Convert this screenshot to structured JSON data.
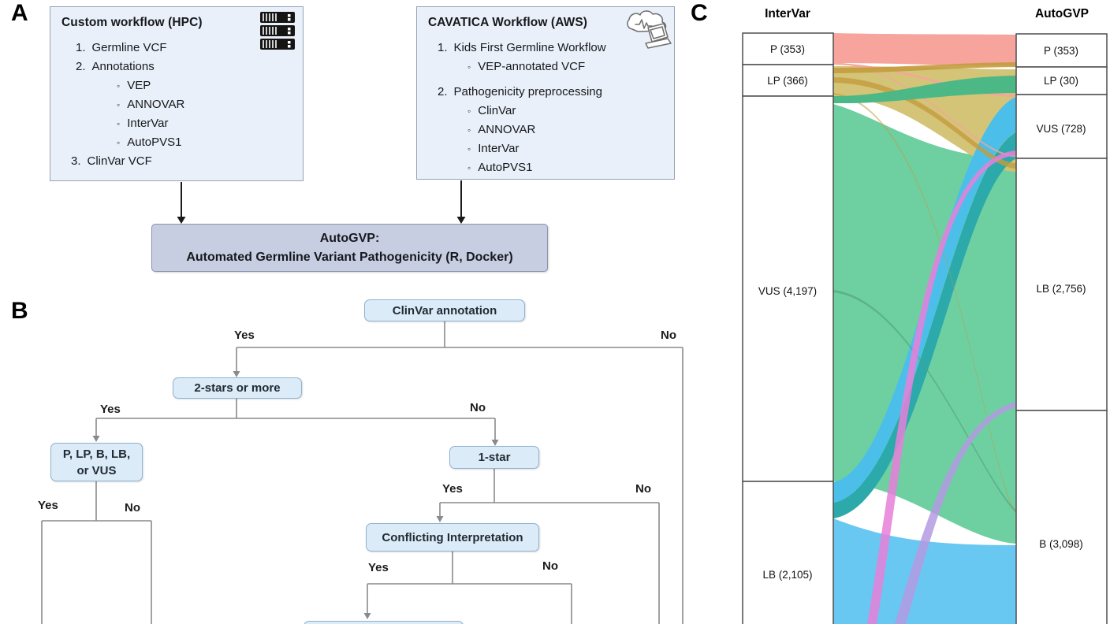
{
  "figure": {
    "panel_labels": {
      "a": "A",
      "b": "B",
      "c": "C"
    }
  },
  "panel_a": {
    "left_box": {
      "title": "Custom workflow (HPC)",
      "icon": "server-rack-icon",
      "items": [
        {
          "num": "1.",
          "text": "Germline VCF"
        },
        {
          "num": "2.",
          "text": "Annotations",
          "subs": [
            "VEP",
            "ANNOVAR",
            "InterVar",
            "AutoPVS1"
          ]
        },
        {
          "num": "3.",
          "text": "ClinVar VCF"
        }
      ]
    },
    "right_box": {
      "title": "CAVATICA Workflow (AWS)",
      "icon": "cloud-laptop-icon",
      "items": [
        {
          "num": "1.",
          "text": "Kids First Germline Workflow",
          "subs": [
            "VEP-annotated VCF"
          ]
        },
        {
          "num": "2.",
          "text": "Pathogenicity preprocessing",
          "subs": [
            "ClinVar",
            "ANNOVAR",
            "InterVar",
            "AutoPVS1"
          ]
        }
      ]
    },
    "output_box": {
      "line1": "AutoGVP:",
      "line2": "Automated Germline Variant Pathogenicity (R, Docker)"
    }
  },
  "panel_b": {
    "labels": {
      "yes": "Yes",
      "no": "No"
    },
    "boxes": {
      "clinvar": "ClinVar annotation",
      "two_stars": "2-stars or more",
      "plbb_line1": "P, LP, B, LB,",
      "plbb_line2": "or VUS",
      "one_star": "1-star",
      "conflicting": "Conflicting Interpretation"
    }
  },
  "chart_data": {
    "type": "sankey",
    "left_header": "InterVar",
    "right_header": "AutoGVP",
    "left_nodes": [
      {
        "label": "P (353)",
        "category": "P",
        "value": 353
      },
      {
        "label": "LP (366)",
        "category": "LP",
        "value": 366
      },
      {
        "label": "VUS (4,197)",
        "category": "VUS",
        "value": 4197
      },
      {
        "label": "LB (2,105)",
        "category": "LB",
        "value": 2105
      }
    ],
    "right_nodes": [
      {
        "label": "P (353)",
        "category": "P",
        "value": 353
      },
      {
        "label": "LP (30)",
        "category": "LP",
        "value": 30
      },
      {
        "label": "VUS (728)",
        "category": "VUS",
        "value": 728
      },
      {
        "label": "LB (2,756)",
        "category": "LB",
        "value": 2756
      },
      {
        "label": "B (3,098)",
        "category": "B",
        "value": 3098
      }
    ],
    "flows": [
      {
        "from": "P",
        "to": "P",
        "color_key": "salmon"
      },
      {
        "from": "P",
        "to": "VUS",
        "color_key": "salmon"
      },
      {
        "from": "LP",
        "to": "P",
        "color_key": "gold"
      },
      {
        "from": "LP",
        "to": "LP",
        "color_key": "olive"
      },
      {
        "from": "LP",
        "to": "LB",
        "color_key": "olive"
      },
      {
        "from": "VUS",
        "to": "LP",
        "color_key": "green_strand"
      },
      {
        "from": "VUS",
        "to": "LB",
        "color_key": "green"
      },
      {
        "from": "VUS",
        "to": "B",
        "color_key": "green"
      },
      {
        "from": "LB",
        "to": "VUS",
        "color_key": "blue"
      },
      {
        "from": "LB",
        "to": "LB",
        "color_key": "teal"
      },
      {
        "from": "LB",
        "to": "B",
        "color_key": "light_blue"
      },
      {
        "from": "B",
        "to": "VUS",
        "color_key": "magenta"
      },
      {
        "from": "B",
        "to": "LB",
        "color_key": "lavender"
      }
    ],
    "colors": {
      "salmon": "#f6a49c",
      "olive": "#d2c170",
      "gold": "#c39c3e",
      "green": "#6ecfa1",
      "green_strand": "#4cb885",
      "dark_green": "#55a37d",
      "blue": "#4bbfe9",
      "teal": "#2ba9ab",
      "light_blue": "#68c8f1",
      "magenta": "#e87fd9",
      "lavender": "#b49ae3"
    }
  },
  "colors": {
    "decision_box_fill": "#dcebf8",
    "decision_box_border": "#8fb2d1",
    "workflow_box_fill": "#eaf0f9",
    "workflow_box_border": "#97a3b4",
    "output_box_fill": "#c8cee1",
    "connector_gray": "#8a8a8a",
    "arrow_black": "#1a1a1a"
  }
}
